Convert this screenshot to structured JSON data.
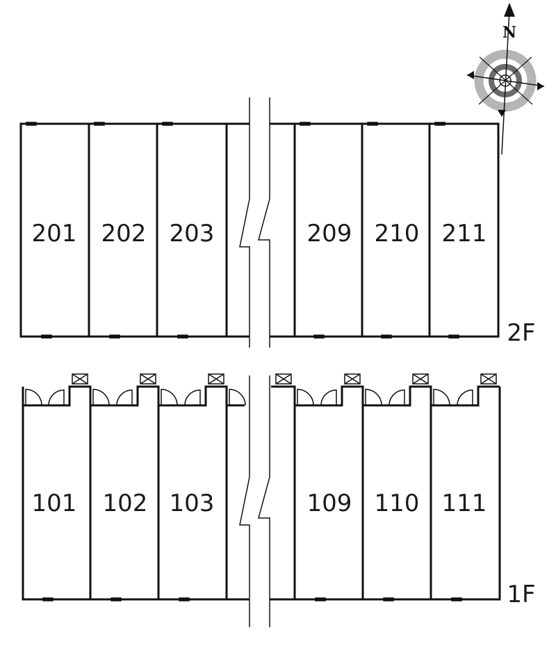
{
  "compass": {
    "label": "N",
    "icon": "compass-rose-icon"
  },
  "floors": [
    {
      "id": "2F",
      "label": "2F",
      "units_left": [
        "201",
        "202",
        "203"
      ],
      "units_right": [
        "209",
        "210",
        "211"
      ]
    },
    {
      "id": "1F",
      "label": "1F",
      "units_left": [
        "101",
        "102",
        "103"
      ],
      "units_right": [
        "109",
        "110",
        "111"
      ]
    }
  ]
}
